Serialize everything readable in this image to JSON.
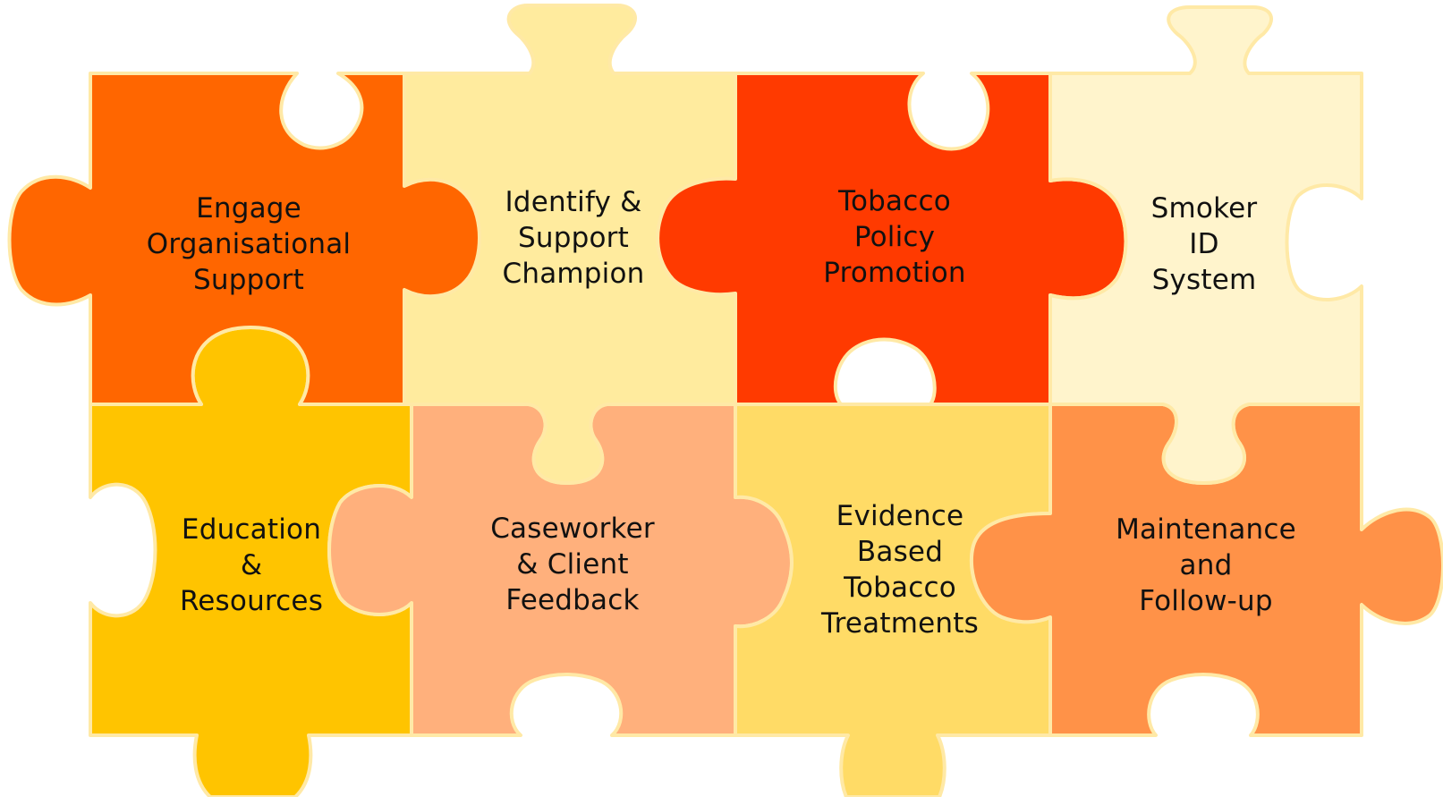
{
  "pieces": [
    {
      "id": "engage",
      "color": "#FF6600",
      "lines": [
        "Engage",
        "Organisational",
        "Support"
      ]
    },
    {
      "id": "identify",
      "color": "#FFEB9E",
      "lines": [
        "Identify &",
        "Support",
        "Champion"
      ]
    },
    {
      "id": "policy",
      "color": "#FF3A00",
      "lines": [
        "Tobacco",
        "Policy",
        "Promotion"
      ]
    },
    {
      "id": "smoker",
      "color": "#FFF4CC",
      "lines": [
        "Smoker",
        "ID",
        "System"
      ]
    },
    {
      "id": "education",
      "color": "#FFC400",
      "lines": [
        "Education",
        "&",
        "Resources"
      ]
    },
    {
      "id": "caseworker",
      "color": "#FFB07C",
      "lines": [
        "Caseworker",
        "& Client",
        "Feedback"
      ]
    },
    {
      "id": "evidence",
      "color": "#FFDB66",
      "lines": [
        "Evidence",
        "Based",
        "Tobacco",
        "Treatments"
      ]
    },
    {
      "id": "maintenance",
      "color": "#FF9248",
      "lines": [
        "Maintenance",
        "and",
        "Follow-up"
      ]
    }
  ],
  "outline_color": "#FFE9A6"
}
